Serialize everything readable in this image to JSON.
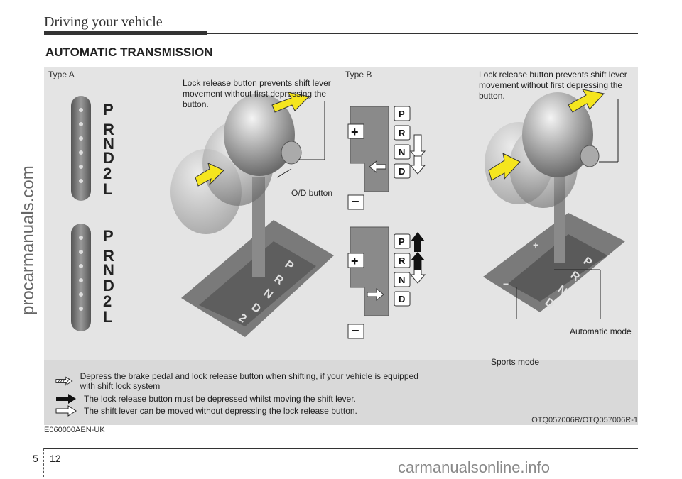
{
  "header": {
    "title": "Driving your vehicle"
  },
  "section": {
    "title": "AUTOMATIC TRANSMISSION"
  },
  "figure": {
    "type_a": {
      "label": "Type A",
      "callout": "Lock release button prevents shift lever movement without first depressing the button.",
      "od_label": "O/D button",
      "gates": [
        "P",
        "R",
        "N",
        "D",
        "2",
        "L"
      ]
    },
    "type_b": {
      "label": "Type B",
      "callout": "Lock release button prevents shift lever movement without first depressing the button.",
      "automatic_label": "Automatic mode",
      "sports_label": "Sports mode",
      "gates": [
        "P",
        "R",
        "N",
        "D"
      ]
    }
  },
  "legend": [
    {
      "icon": "hatched-arrow-icon",
      "text": "Depress the brake pedal and lock release button when shifting, if your vehicle is equipped with shift lock system"
    },
    {
      "icon": "solid-arrow-icon",
      "text": "The lock release button must be depressed whilst moving the shift lever."
    },
    {
      "icon": "outline-arrow-icon",
      "text": "The shift lever can be moved without depressing the lock release button."
    }
  ],
  "codes": {
    "left": "E060000AEN-UK",
    "right": "OTQ057006R/OTQ057006R-1"
  },
  "page": {
    "section": "5",
    "number": "12"
  },
  "watermarks": {
    "side": "procarmanuals.com",
    "bottom": "carmanualsonline.info"
  },
  "colors": {
    "panel": "#e4e4e4",
    "arrow_yellow": "#f5e51e",
    "rule": "#333333"
  }
}
